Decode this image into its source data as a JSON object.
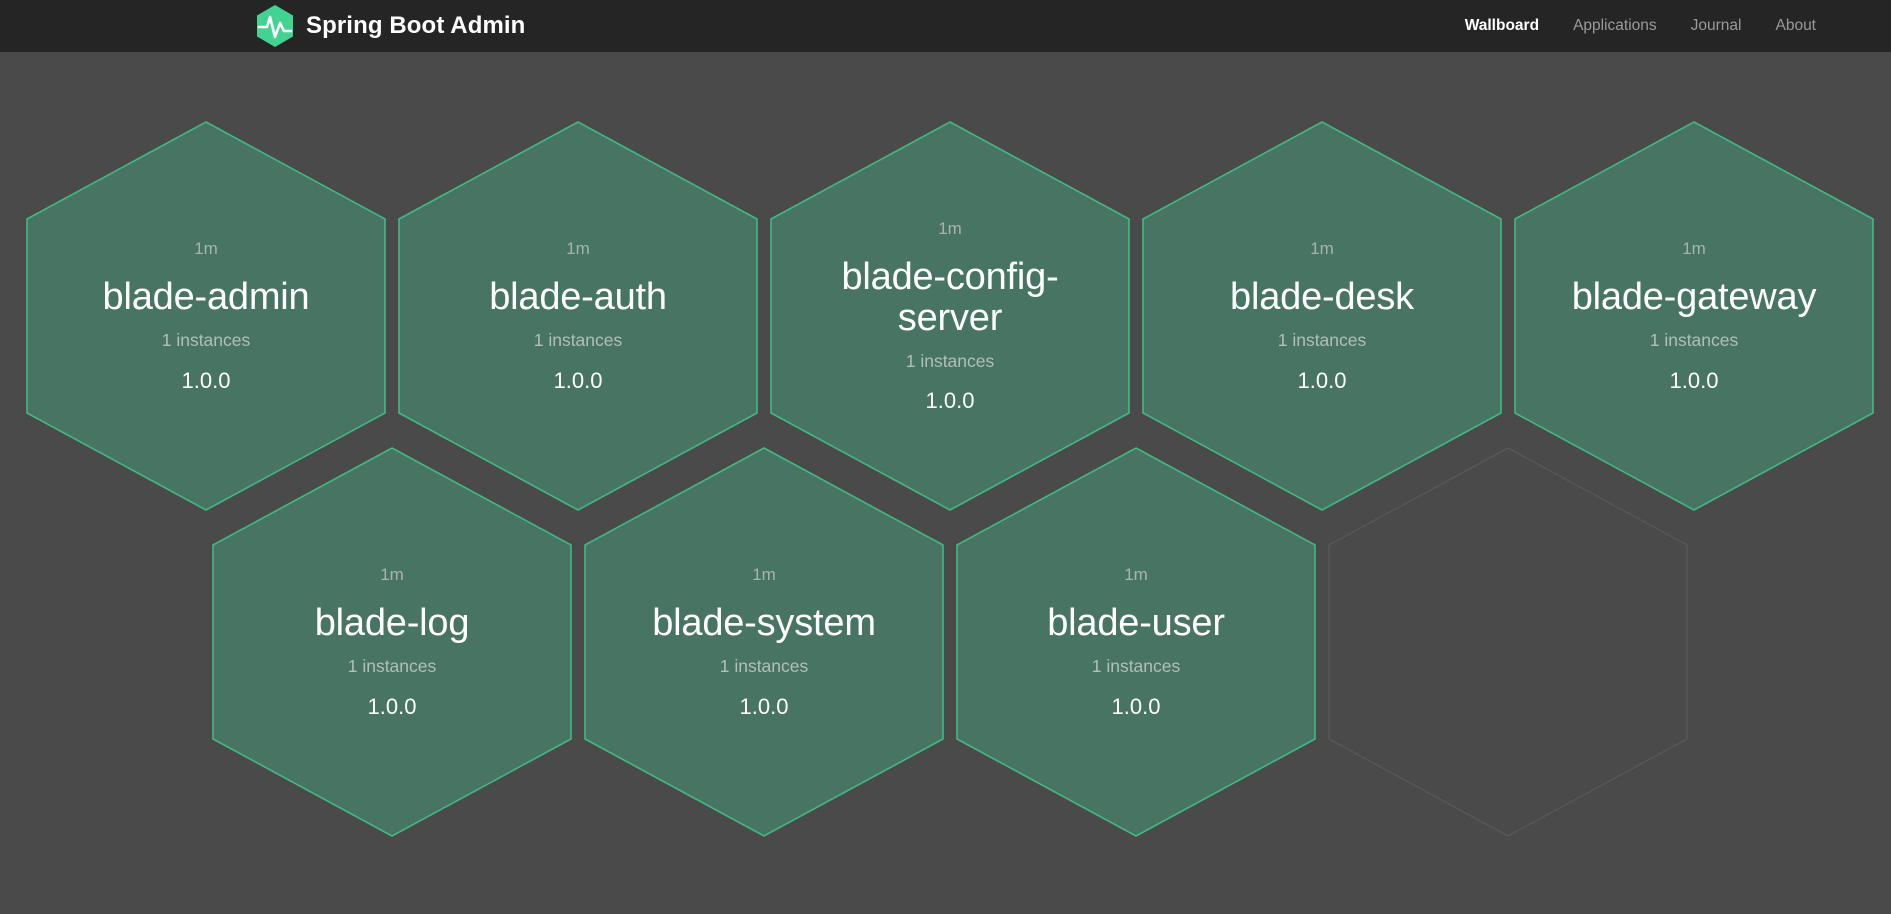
{
  "header": {
    "brand_title": "Spring Boot Admin",
    "logo_icon": "heartbeat-hexagon-logo",
    "logo_color": "#42d392",
    "background": "#252525",
    "nav": [
      {
        "label": "Wallboard",
        "active": true
      },
      {
        "label": "Applications",
        "active": false
      },
      {
        "label": "Journal",
        "active": false
      },
      {
        "label": "About",
        "active": false
      }
    ]
  },
  "wallboard": {
    "background": "#4a4a4a",
    "hex_fill": "#477463",
    "hex_border": "#42b983",
    "hex_empty_border": "#5c5c5c",
    "applications": [
      {
        "status": "1m",
        "name": "blade-admin",
        "instances": "1 instances",
        "version": "1.0.0",
        "row": 1,
        "col": 1,
        "empty": false
      },
      {
        "status": "1m",
        "name": "blade-auth",
        "instances": "1 instances",
        "version": "1.0.0",
        "row": 1,
        "col": 2,
        "empty": false
      },
      {
        "status": "1m",
        "name": "blade-config-server",
        "instances": "1 instances",
        "version": "1.0.0",
        "row": 1,
        "col": 3,
        "empty": false
      },
      {
        "status": "1m",
        "name": "blade-desk",
        "instances": "1 instances",
        "version": "1.0.0",
        "row": 1,
        "col": 4,
        "empty": false
      },
      {
        "status": "1m",
        "name": "blade-gateway",
        "instances": "1 instances",
        "version": "1.0.0",
        "row": 1,
        "col": 5,
        "empty": false
      },
      {
        "status": "1m",
        "name": "blade-log",
        "instances": "1 instances",
        "version": "1.0.0",
        "row": 2,
        "col": 1,
        "empty": false
      },
      {
        "status": "1m",
        "name": "blade-system",
        "instances": "1 instances",
        "version": "1.0.0",
        "row": 2,
        "col": 2,
        "empty": false
      },
      {
        "status": "1m",
        "name": "blade-user",
        "instances": "1 instances",
        "version": "1.0.0",
        "row": 2,
        "col": 3,
        "empty": false
      },
      {
        "status": "",
        "name": "",
        "instances": "",
        "version": "",
        "row": 2,
        "col": 4,
        "empty": true
      }
    ]
  }
}
